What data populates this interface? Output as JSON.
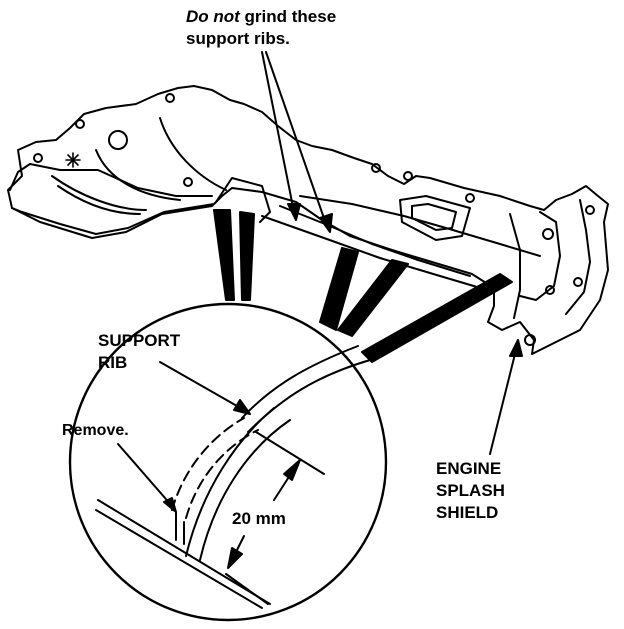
{
  "labels": {
    "top_note_italic": "Do not",
    "top_note_rest": " grind these",
    "top_note_line2": "support ribs.",
    "support_rib_line1": "SUPPORT",
    "support_rib_line2": "RIB",
    "remove": "Remove.",
    "dimension": "20 mm",
    "engine_line1": "ENGINE",
    "engine_line2": "SPLASH",
    "engine_line3": "SHIELD"
  },
  "colors": {
    "ink": "#000000",
    "paper": "#ffffff"
  }
}
